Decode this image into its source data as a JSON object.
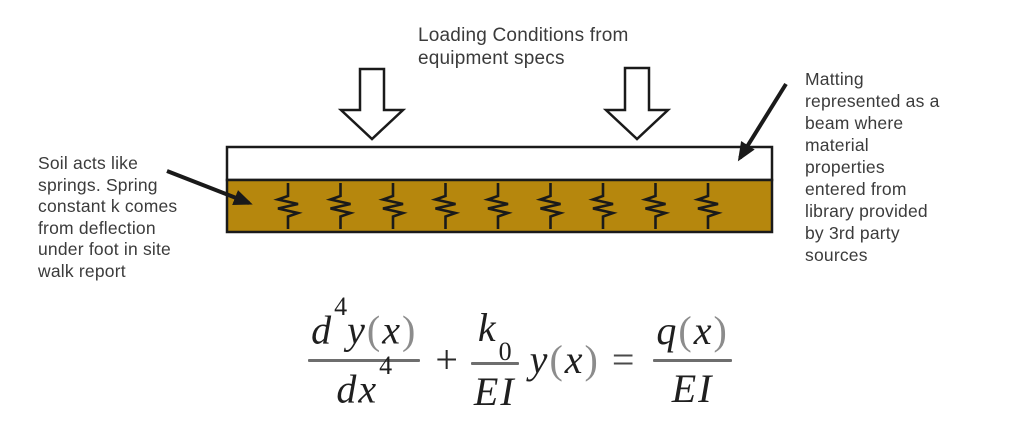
{
  "labels": {
    "loading": {
      "lines": [
        "Loading Conditions from",
        "equipment specs"
      ]
    },
    "soil": {
      "lines": [
        "Soil acts like",
        "springs. Spring",
        "constant k comes",
        "from deflection",
        "under foot in site",
        "walk report"
      ]
    },
    "matting": {
      "lines": [
        "Matting",
        "represented as a",
        "beam where",
        "material",
        "properties",
        "entered from",
        "library provided",
        "by 3rd party",
        "sources"
      ]
    }
  },
  "colors": {
    "soil_fill": "#B6870D",
    "outline": "#1a1a1a",
    "text": "#3b3b3b",
    "equation_dark": "#1f1f1f",
    "equation_gray": "#8c8c8c",
    "fraction_bar": "#6e6e6e"
  },
  "equation": {
    "d": "d",
    "four": "4",
    "y": "y",
    "x": "x",
    "lp": "(",
    "rp": ")",
    "plus": "+",
    "k": "k",
    "zero": "0",
    "ei": "EI",
    "equals": "=",
    "q": "q"
  }
}
